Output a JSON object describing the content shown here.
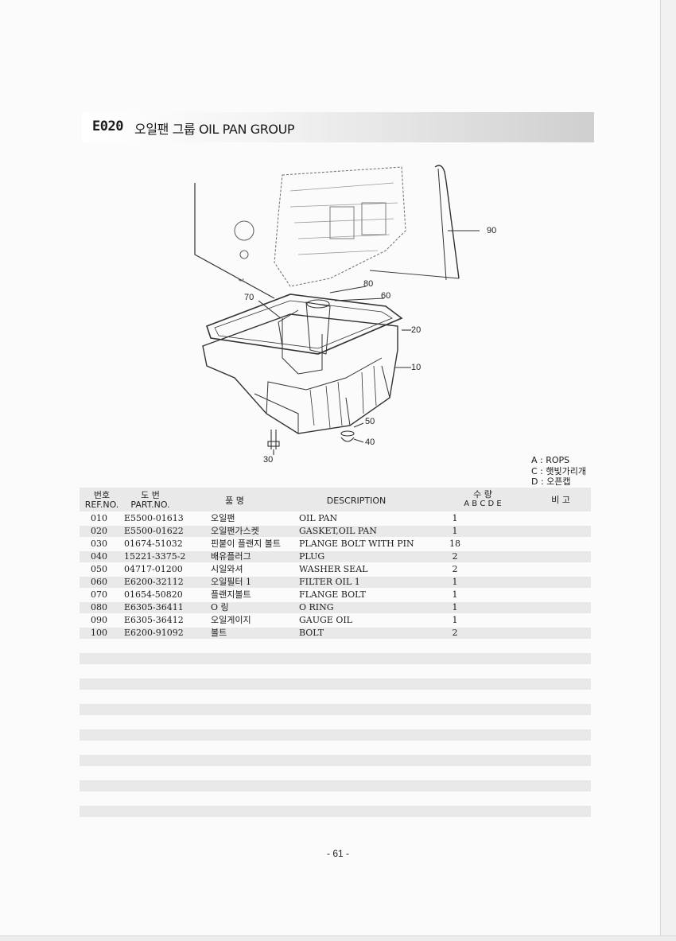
{
  "header": {
    "code": "E020",
    "title": "오일팬 그룹 OIL PAN GROUP"
  },
  "diagram": {
    "callouts": [
      "90",
      "80",
      "60",
      "70",
      "20",
      "10",
      "50",
      "40",
      "30"
    ]
  },
  "legend": [
    "A : ROPS",
    "C : 햇빛가리개",
    "D : 오픈캡"
  ],
  "table": {
    "headers": {
      "ref_kr": "번호",
      "ref_en": "REF.NO.",
      "part_kr": "도 번",
      "part_en": "PART.NO.",
      "name_kr": "품 명",
      "description": "DESCRIPTION",
      "qty_kr": "수 량",
      "qty_cols": "A B C D E",
      "remarks_kr": "비 고"
    },
    "rows": [
      {
        "ref": "010",
        "part": "E5500-01613",
        "kr": "오일팬",
        "desc": "OIL PAN",
        "qty": "1"
      },
      {
        "ref": "020",
        "part": "E5500-01622",
        "kr": "오일팬가스켓",
        "desc": "GASKET,OIL PAN",
        "qty": "1"
      },
      {
        "ref": "030",
        "part": "01674-51032",
        "kr": "핀붙이 플랜지 볼트",
        "desc": "PLANGE BOLT WITH PIN",
        "qty": "18"
      },
      {
        "ref": "040",
        "part": "15221-3375-2",
        "kr": "배유플러그",
        "desc": "PLUG",
        "qty": "2"
      },
      {
        "ref": "050",
        "part": "04717-01200",
        "kr": "시일와셔",
        "desc": "WASHER SEAL",
        "qty": "2"
      },
      {
        "ref": "060",
        "part": "E6200-32112",
        "kr": "오일필터 1",
        "desc": "FILTER OIL 1",
        "qty": "1"
      },
      {
        "ref": "070",
        "part": "01654-50820",
        "kr": "플랜지볼트",
        "desc": "FLANGE BOLT",
        "qty": "1"
      },
      {
        "ref": "080",
        "part": "E6305-36411",
        "kr": "O 링",
        "desc": "O RING",
        "qty": "1"
      },
      {
        "ref": "090",
        "part": "E6305-36412",
        "kr": "오일게이지",
        "desc": "GAUGE OIL",
        "qty": "1"
      },
      {
        "ref": "100",
        "part": "E6200-91092",
        "kr": "볼트",
        "desc": "BOLT",
        "qty": "2"
      }
    ]
  },
  "page_number": "- 61 -"
}
